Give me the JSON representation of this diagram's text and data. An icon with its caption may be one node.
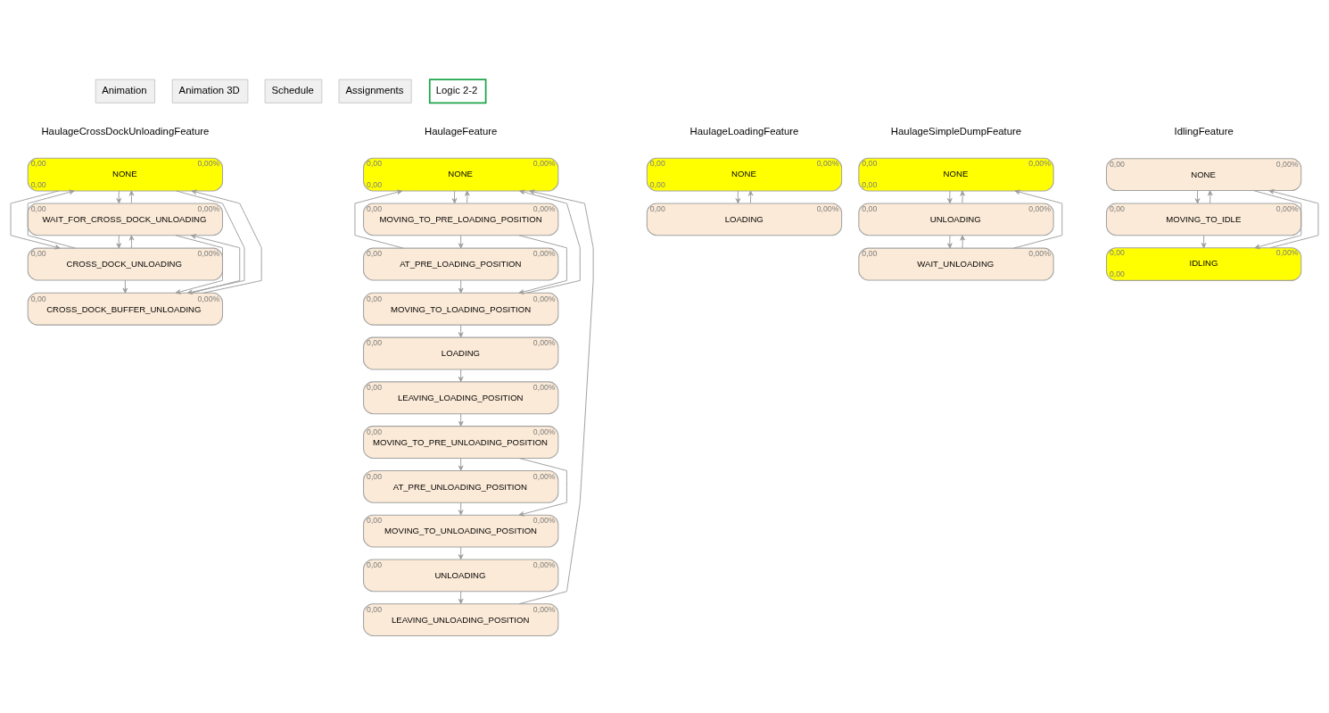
{
  "diagram": {
    "nodes": [
      {
        "text": [
          "0,00",
          "0,00%",
          "NONE",
          "0,00"
        ]
      },
      {
        "text": [
          "0,00",
          "0,00%",
          "WAIT_FOR_CROSS_DOCK_UNLOADING"
        ]
      },
      {
        "text": [
          "0,00",
          "0,00%",
          "CROSS_DOCK_UNLOADING"
        ]
      },
      {
        "text": [
          "0,00",
          "0,00%",
          "CROSS_DOCK_BUFFER_UNLOADING"
        ]
      },
      {
        "text": [
          "0,00",
          "0,00%",
          "NONE",
          "0,00"
        ]
      },
      {
        "text": [
          "0,00",
          "0,00%",
          "MOVING_TO_PRE_LOADING_POSITION"
        ]
      },
      {
        "text": [
          "0,00",
          "0,00%",
          "AT_PRE_LOADING_POSITION"
        ]
      },
      {
        "text": [
          "0,00",
          "0,00%",
          "MOVING_TO_LOADING_POSITION"
        ]
      },
      {
        "text": [
          "0,00",
          "0,00%",
          "LOADING"
        ]
      },
      {
        "text": [
          "0,00",
          "0,00%",
          "LEAVING_LOADING_POSITION"
        ]
      },
      {
        "text": [
          "0,00",
          "0,00%",
          "MOVING_TO_PRE_UNLOADING_POSITION"
        ]
      },
      {
        "text": [
          "0,00",
          "0,00%",
          "AT_PRE_UNLOADING_POSITION"
        ]
      },
      {
        "text": [
          "0,00",
          "0,00%",
          "MOVING_TO_UNLOADING_POSITION"
        ]
      },
      {
        "text": [
          "0,00",
          "0,00%",
          "UNLOADING"
        ]
      },
      {
        "text": [
          "0,00",
          "0,00%",
          "LEAVING_UNLOADING_POSITION"
        ]
      },
      {
        "text": [
          "0,00",
          "0,00%",
          "NONE",
          "0,00"
        ]
      },
      {
        "text": [
          "0,00",
          "0,00%",
          "LOADING"
        ]
      },
      {
        "text": [
          "0,00",
          "0,00%",
          "NONE",
          "0,00"
        ]
      },
      {
        "text": [
          "0,00",
          "0,00%",
          "UNLOADING"
        ]
      },
      {
        "text": [
          "0,00",
          "0,00%",
          "WAIT_UNLOADING"
        ]
      },
      {
        "text": [
          "0,00",
          "0,00%",
          "NONE"
        ]
      },
      {
        "text": [
          "0,00",
          "0,00%",
          "MOVING_TO_IDLE"
        ]
      },
      {
        "text": [
          "0,00",
          "0,00%",
          "IDLING",
          "0,00"
        ]
      }
    ],
    "edges": [
      {
        "from": 0,
        "to": 1,
        "arrow": "to"
      },
      {
        "from": 1,
        "to": 0,
        "arrow": "to"
      },
      {
        "from": 0,
        "to": 3,
        "arrow": "to"
      },
      {
        "from": 0,
        "to": 2,
        "arrow": "to"
      },
      {
        "from": 2,
        "to": 0,
        "arrow": "to"
      },
      {
        "from": 3,
        "to": 0,
        "arrow": "to"
      },
      {
        "from": 1,
        "to": 2,
        "arrow": "to"
      },
      {
        "from": 2,
        "to": 1,
        "arrow": "to"
      },
      {
        "from": 1,
        "to": 3,
        "arrow": "to"
      },
      {
        "from": 3,
        "to": 1,
        "arrow": "to"
      },
      {
        "from": 2,
        "to": 3,
        "arrow": "to"
      },
      {
        "from": 4,
        "to": 5,
        "arrow": "to"
      },
      {
        "from": 5,
        "to": 4,
        "arrow": "to"
      },
      {
        "from": 14,
        "to": 4,
        "arrow": "to"
      },
      {
        "from": 6,
        "to": 4,
        "arrow": "to"
      },
      {
        "from": 7,
        "to": 4,
        "arrow": "to"
      },
      {
        "from": 5,
        "to": 6,
        "arrow": "to"
      },
      {
        "from": 5,
        "to": 7,
        "arrow": "to"
      },
      {
        "from": 6,
        "to": 7,
        "arrow": "to"
      },
      {
        "from": 7,
        "to": 8,
        "arrow": "to"
      },
      {
        "from": 8,
        "to": 9,
        "arrow": "to"
      },
      {
        "from": 9,
        "to": 10,
        "arrow": "to"
      },
      {
        "from": 10,
        "to": 11,
        "arrow": "to"
      },
      {
        "from": 10,
        "to": 12,
        "arrow": "to"
      },
      {
        "from": 11,
        "to": 12,
        "arrow": "to"
      },
      {
        "from": 12,
        "to": 13,
        "arrow": "to"
      },
      {
        "from": 13,
        "to": 14,
        "arrow": "to"
      },
      {
        "from": 15,
        "to": 16,
        "arrow": "to"
      },
      {
        "from": 16,
        "to": 15,
        "arrow": "to"
      },
      {
        "from": 17,
        "to": 18,
        "arrow": "to"
      },
      {
        "from": 18,
        "to": 17,
        "arrow": "to"
      },
      {
        "from": 19,
        "to": 17,
        "arrow": "to"
      },
      {
        "from": 18,
        "to": 19,
        "arrow": "to"
      },
      {
        "from": 19,
        "to": 18,
        "arrow": "to"
      },
      {
        "from": 20,
        "to": 21,
        "arrow": "to"
      },
      {
        "from": 21,
        "to": 20,
        "arrow": "to"
      },
      {
        "from": 20,
        "to": 22,
        "arrow": "to"
      },
      {
        "from": 22,
        "to": 20,
        "arrow": "to"
      },
      {
        "from": 21,
        "to": 22,
        "arrow": "to"
      }
    ],
    "labels": [
      "Animation",
      "Animation 3D",
      "Schedule",
      "Assignments",
      "Logic 2-2",
      "HaulageCrossDockUnloadingFeature",
      "HaulageFeature",
      "HaulageLoadingFeature",
      "HaulageSimpleDumpFeature",
      "IdlingFeature"
    ]
  }
}
